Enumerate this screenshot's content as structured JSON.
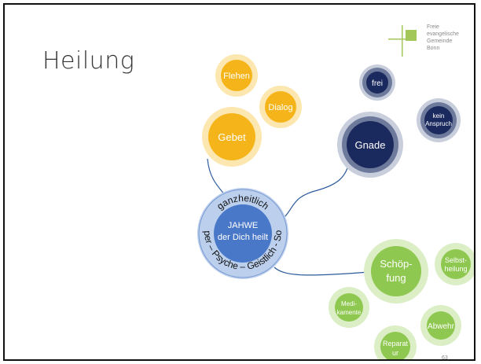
{
  "slide": {
    "title": "Heilung",
    "page_number": "63"
  },
  "logo": {
    "lines": [
      "Freie",
      "evangelische",
      "Gemeinde",
      "Bonn"
    ]
  },
  "center": {
    "line1": "JAHWE",
    "line2": "der Dich heilt",
    "ring_top": "ganzheitlich",
    "ring_bottom": "Körper – Psyche – Geistlich - Sozial"
  },
  "nodes": {
    "gebet": "Gebet",
    "flehen": "Flehen",
    "dialog": "Dialog",
    "gnade": "Gnade",
    "frei": "frei",
    "kein_anspruch_1": "kein",
    "kein_anspruch_2": "Anspruch",
    "schoepfung_1": "Schöp-",
    "schoepfung_2": "fung",
    "selbstheilung_1": "Selbst-",
    "selbstheilung_2": "heilung",
    "medikamente_1": "Medi-",
    "medikamente_2": "kamente",
    "abwehr": "Abwehr",
    "reparatur_1": "Reparat",
    "reparatur_2": "ur"
  },
  "colors": {
    "orange": "#f5b51a",
    "orange_halo": "#fde7b0",
    "navy": "#1b2a5e",
    "navy_ring": "#6e7a9c",
    "navy_halo": "#c9cedc",
    "green": "#8fc850",
    "green_halo": "#dbeec6",
    "blue": "#4a78c8",
    "blue_ring": "#bcd0ee",
    "connector": "#2b5a9c",
    "logo_green": "#a4c75a"
  }
}
